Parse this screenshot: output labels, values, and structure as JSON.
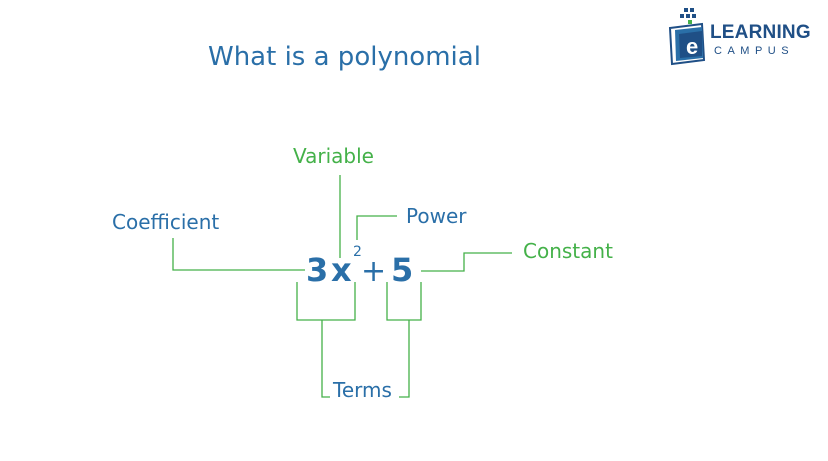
{
  "title": "What is a polynomial",
  "logo": {
    "word1": "LEARNING",
    "word2": "CAMPUS",
    "emblem_letter": "e"
  },
  "labels": {
    "coefficient": "Coefficient",
    "variable": "Variable",
    "power": "Power",
    "constant": "Constant",
    "terms": "Terms"
  },
  "expression": {
    "coefficient": "3",
    "variable": "x",
    "exponent": "2",
    "operator": "+",
    "constant": "5"
  },
  "colors": {
    "blue": "#2a6fa8",
    "green": "#44b149",
    "logo_blue": "#1f4f86"
  }
}
